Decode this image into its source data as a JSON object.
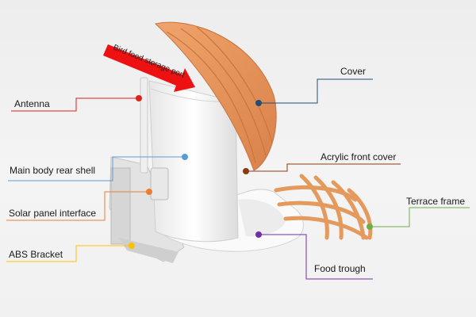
{
  "callouts": {
    "cover": {
      "label": "Cover",
      "color": "#1f4e79"
    },
    "antenna": {
      "label": "Antenna",
      "color": "#e0201b"
    },
    "acrylic": {
      "label": "Acrylic front cover",
      "color": "#8a3a12"
    },
    "rear_shell": {
      "label": "Main body rear shell",
      "color": "#5b9bd5"
    },
    "terrace": {
      "label": "Terrace frame",
      "color": "#70ad47"
    },
    "solar": {
      "label": "Solar panel interface",
      "color": "#ed7d31"
    },
    "bracket": {
      "label": "ABS Bracket",
      "color": "#ffc000"
    },
    "trough": {
      "label": "Food trough",
      "color": "#7030a0"
    }
  },
  "storage_arrow": {
    "label": "Bird food storage port",
    "color": "#ee1111"
  }
}
